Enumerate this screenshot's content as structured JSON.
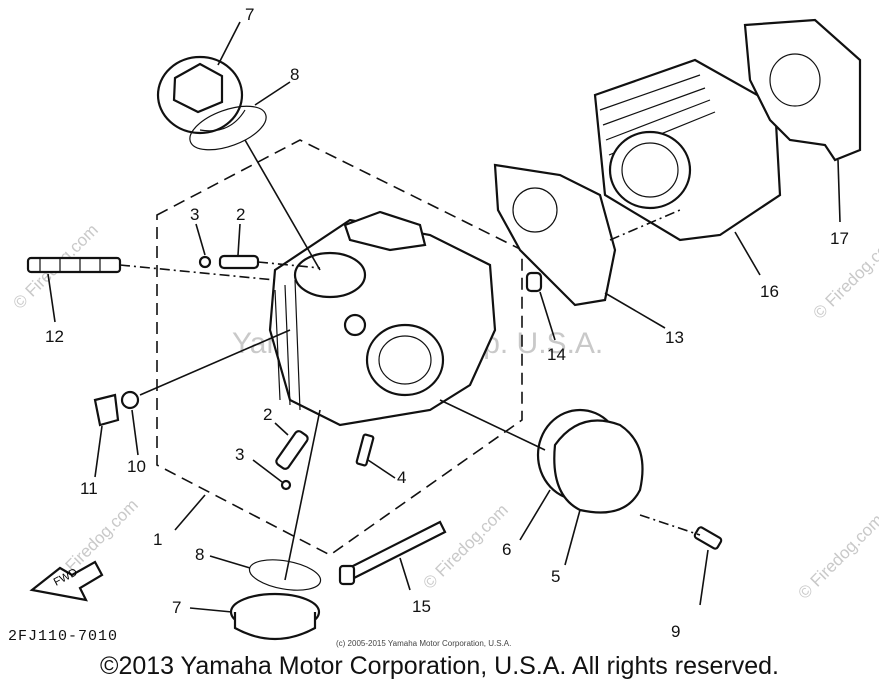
{
  "diagram": {
    "code": "2FJ110-7010",
    "callouts": [
      "7",
      "8",
      "3",
      "2",
      "12",
      "10",
      "11",
      "2",
      "3",
      "4",
      "1",
      "8",
      "7",
      "16",
      "17",
      "13",
      "14",
      "5",
      "6",
      "9",
      "15"
    ],
    "fwd_arrow_label": "FWD"
  },
  "watermarks": {
    "firedog": "© Firedog.com",
    "corp": "Yamaha Motor Corp. U.S.A.",
    "small_copyright": "(c) 2005-2015 Yamaha Motor Corporation, U.S.A."
  },
  "footer": {
    "copyright": "©2013 Yamaha Motor Corporation, U.S.A. All rights reserved."
  }
}
